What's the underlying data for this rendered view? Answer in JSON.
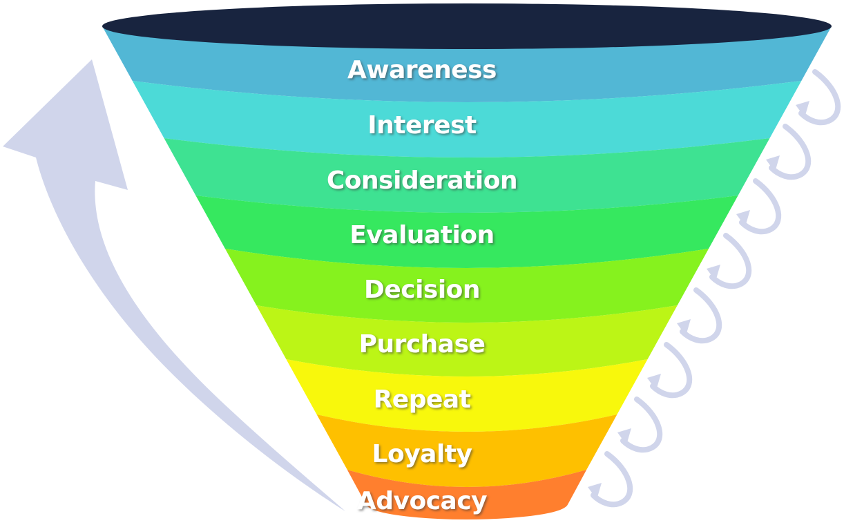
{
  "diagram": {
    "type": "marketing-funnel",
    "funnel_rim_color": "#18243F",
    "arrow_color": "#D0D5EB",
    "stages": [
      {
        "label": "Awareness",
        "color": "#52B7D5"
      },
      {
        "label": "Interest",
        "color": "#4CDAD7"
      },
      {
        "label": "Consideration",
        "color": "#3EE292"
      },
      {
        "label": "Evaluation",
        "color": "#36E85F"
      },
      {
        "label": "Decision",
        "color": "#86F21E"
      },
      {
        "label": "Purchase",
        "color": "#BCF516"
      },
      {
        "label": "Repeat",
        "color": "#F8F80C"
      },
      {
        "label": "Loyalty",
        "color": "#FEC000"
      },
      {
        "label": "Advocacy",
        "color": "#FF7F2E"
      }
    ],
    "return_arrow": {
      "direction": "up-left",
      "meaning": "advocacy feeds awareness"
    },
    "loop_arrows_count": 8
  }
}
